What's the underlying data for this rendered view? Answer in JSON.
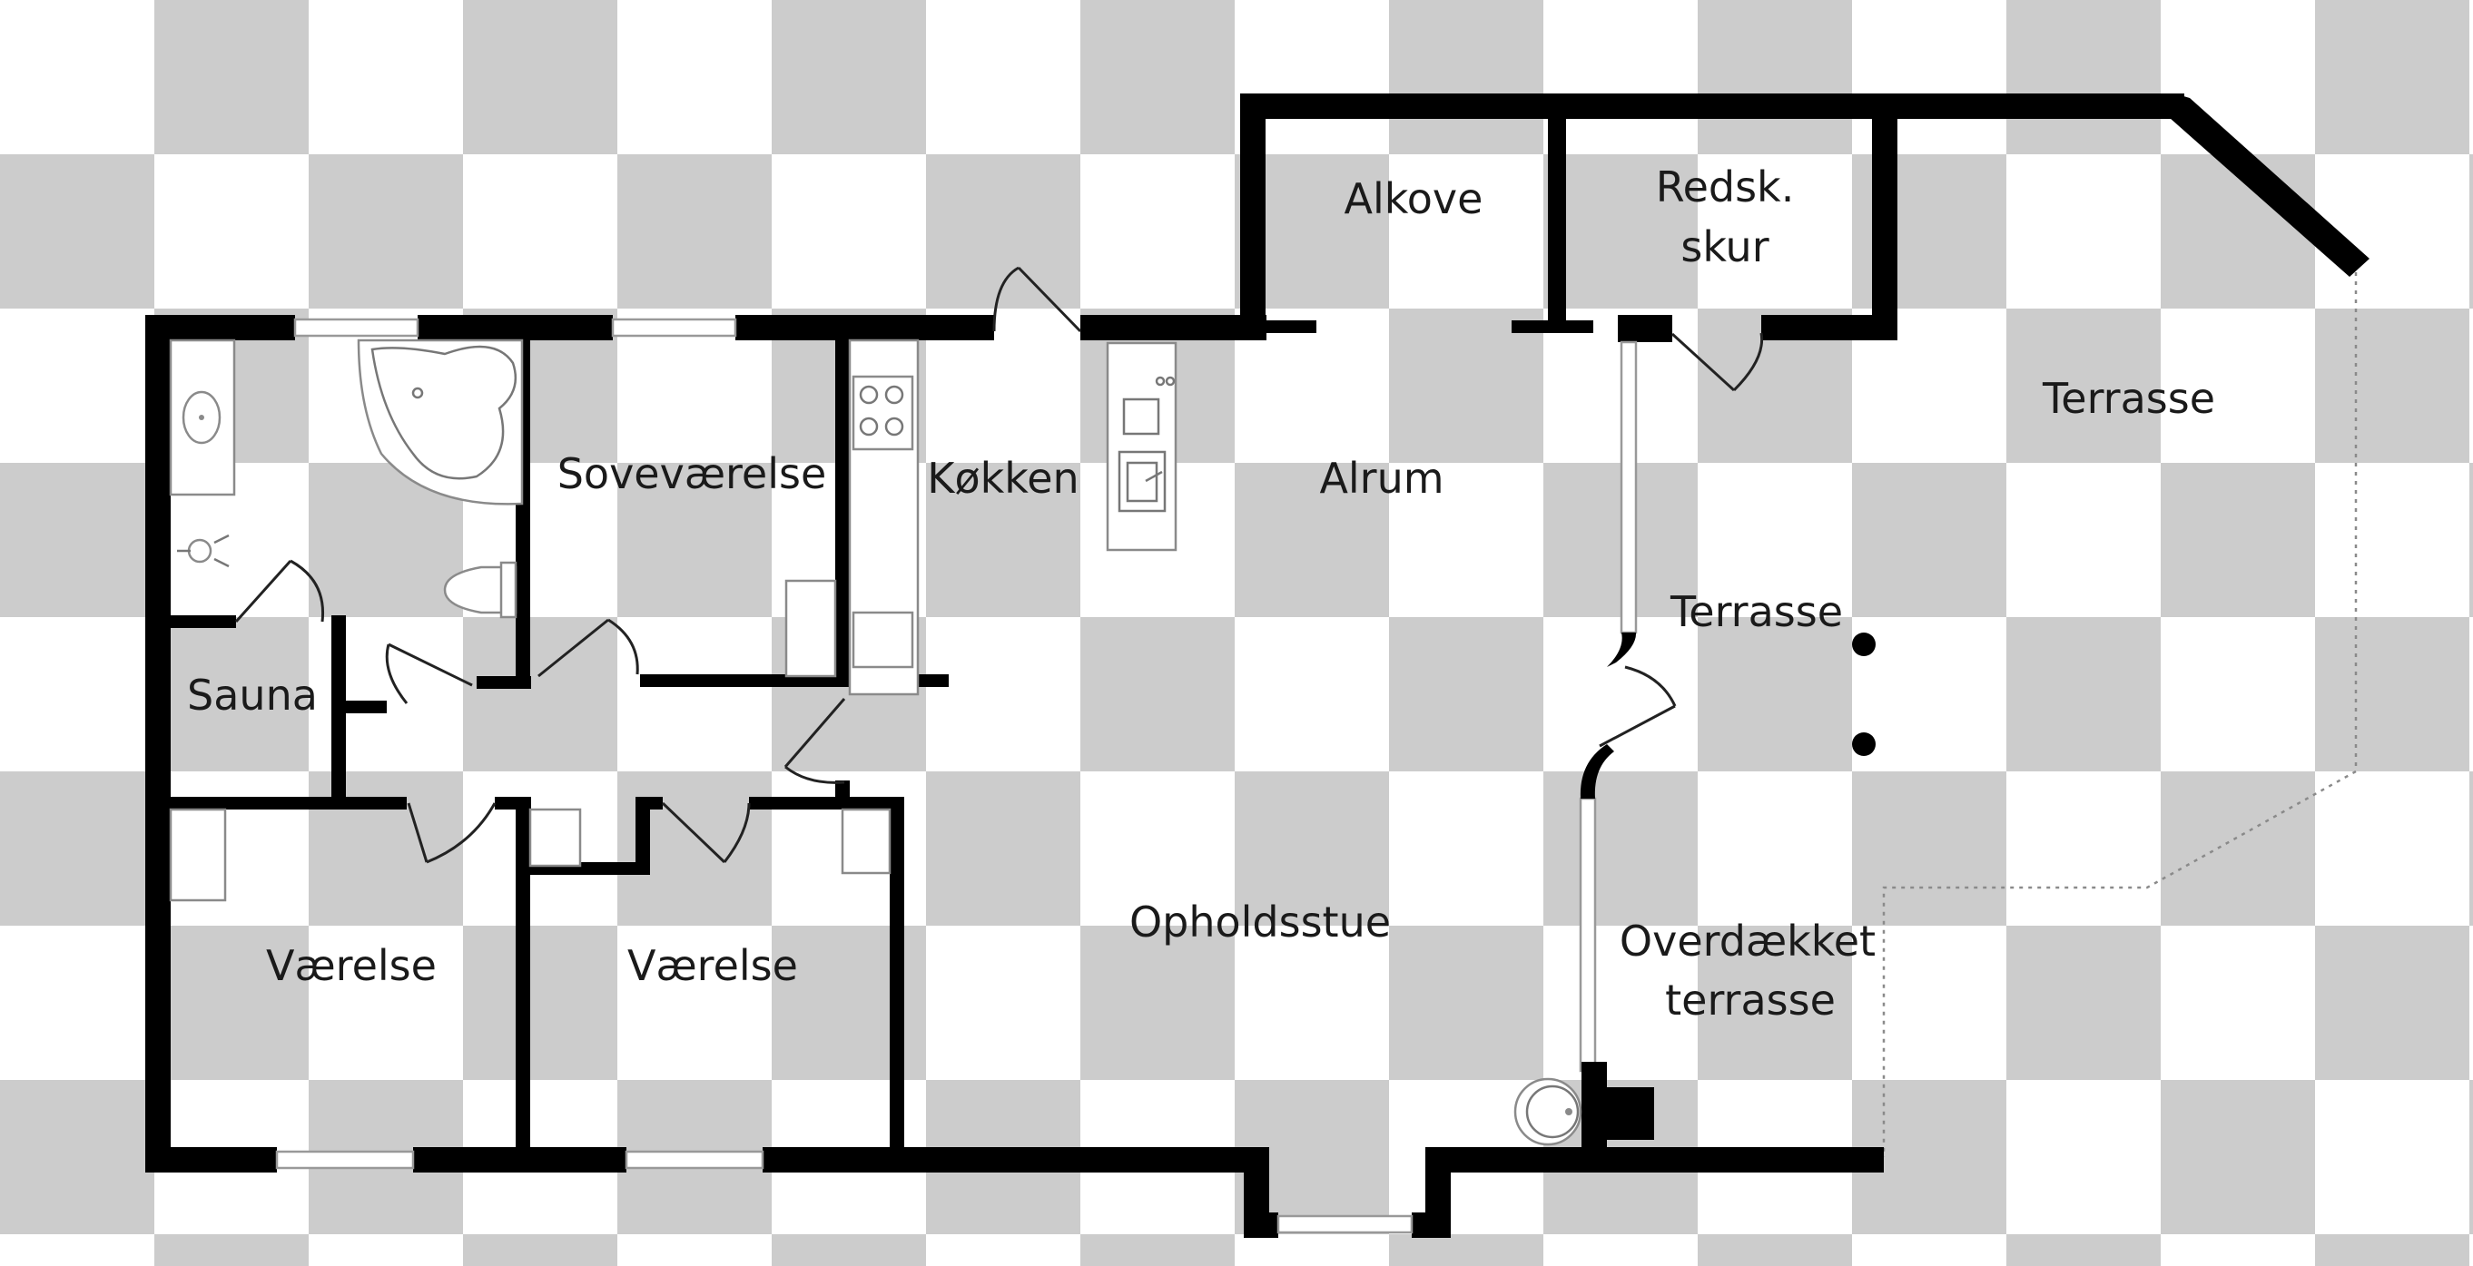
{
  "rooms": {
    "alkove": "Alkove",
    "redskabsskur_line1": "Redsk.",
    "redskabsskur_line2": "skur",
    "terrasse_outer": "Terrasse",
    "sovevaerelse": "Soveværelse",
    "koekken": "Køkken",
    "alrum": "Alrum",
    "terrasse_inner": "Terrasse",
    "sauna": "Sauna",
    "vaerelse_left": "Værelse",
    "vaerelse_middle": "Værelse",
    "opholdsstue": "Opholdsstue",
    "overdaekket_line1": "Overdækket",
    "overdaekket_line2": "terrasse"
  },
  "colors": {
    "checker_dark": "#cccccc",
    "checker_light": "#ffffff",
    "wall": "#000000",
    "label": "#1a1a1a"
  }
}
